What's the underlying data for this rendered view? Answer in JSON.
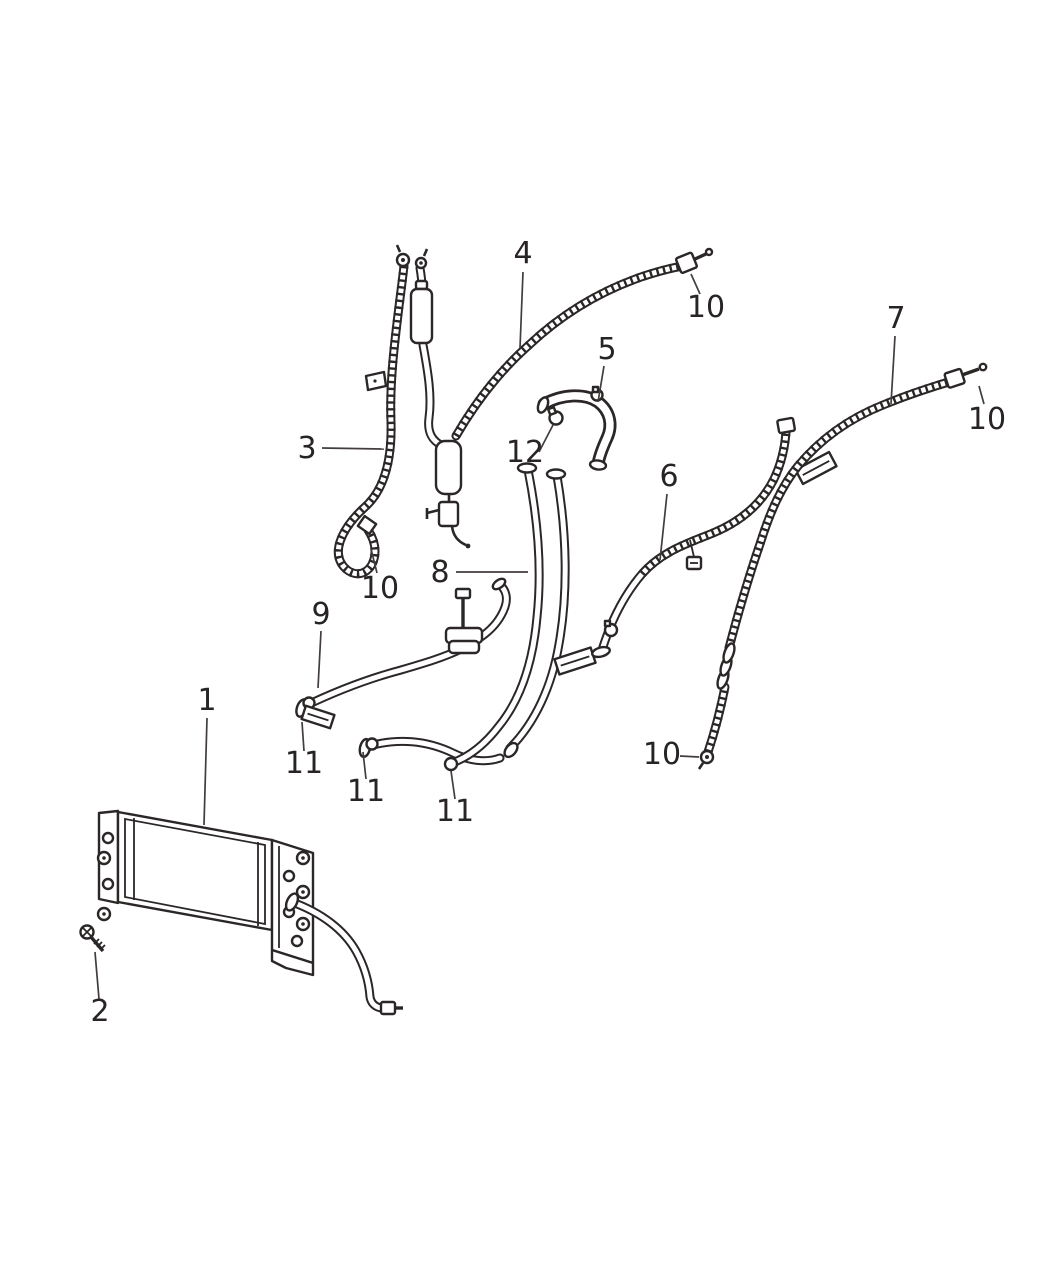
{
  "figure": {
    "background": "#ffffff",
    "line_color": "#2b2727",
    "text_color": "#282424"
  },
  "callouts": [
    {
      "label": "4"
    },
    {
      "label": "10"
    },
    {
      "label": "7"
    },
    {
      "label": "5"
    },
    {
      "label": "10"
    },
    {
      "label": "3"
    },
    {
      "label": "12"
    },
    {
      "label": "6"
    },
    {
      "label": "8"
    },
    {
      "label": "10"
    },
    {
      "label": "9"
    },
    {
      "label": "1"
    },
    {
      "label": "11"
    },
    {
      "label": "11"
    },
    {
      "label": "10"
    },
    {
      "label": "11"
    },
    {
      "label": "2"
    }
  ]
}
